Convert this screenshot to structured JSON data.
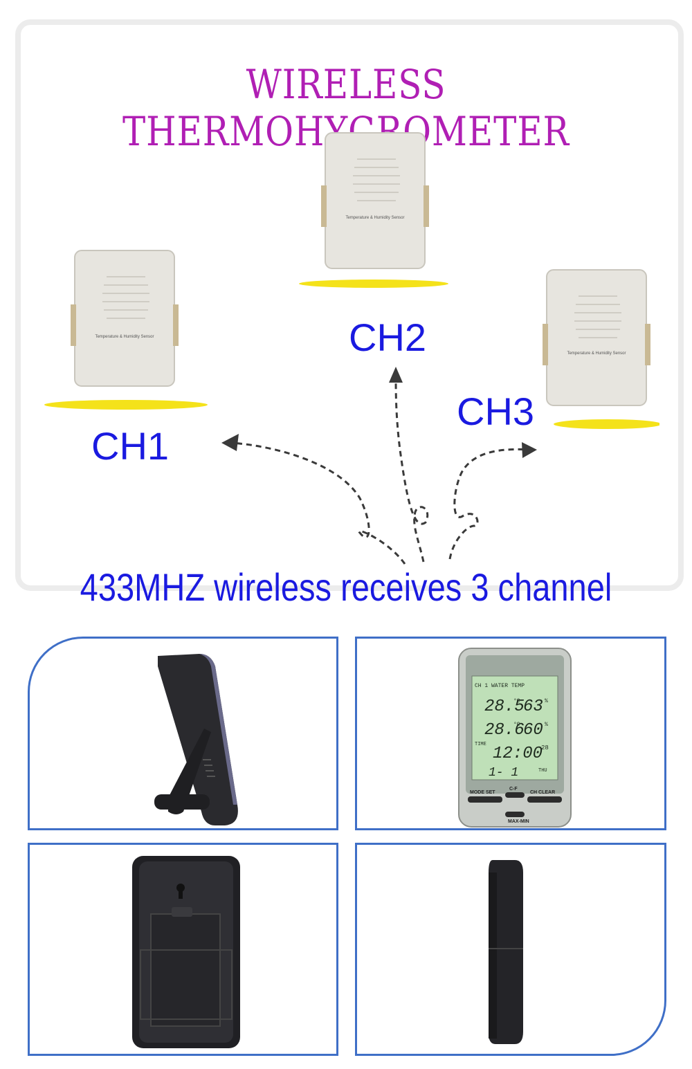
{
  "title": "WIRELESS THERMOHYGROMETER",
  "caption": "433MHZ wireless receives 3 channel",
  "channels": [
    "CH1",
    "CH2",
    "CH3"
  ],
  "sensor_text": "Temperature & Humidity Sensor",
  "display": {
    "header": "CH 1  WATER TEMP",
    "row1_temp": "28.5",
    "row1_unit": "°C",
    "row1_hum": "63",
    "row2_temp": "28.6",
    "row2_unit": "°C",
    "row2_hum": "60",
    "pct": "%",
    "time_label": "TIME",
    "time": "12:00",
    "seconds": "28",
    "date": "1-  1",
    "day": "THU",
    "btn_cf": "C-F",
    "btn_mode": "MODE  SET",
    "btn_ch": "CH  CLEAR",
    "btn_maxmin": "MAX-MIN"
  },
  "colors": {
    "title": "#b01fb4",
    "labels": "#1a1ae0",
    "frame": "#3f6fc7",
    "stand": "#f4e21a"
  }
}
